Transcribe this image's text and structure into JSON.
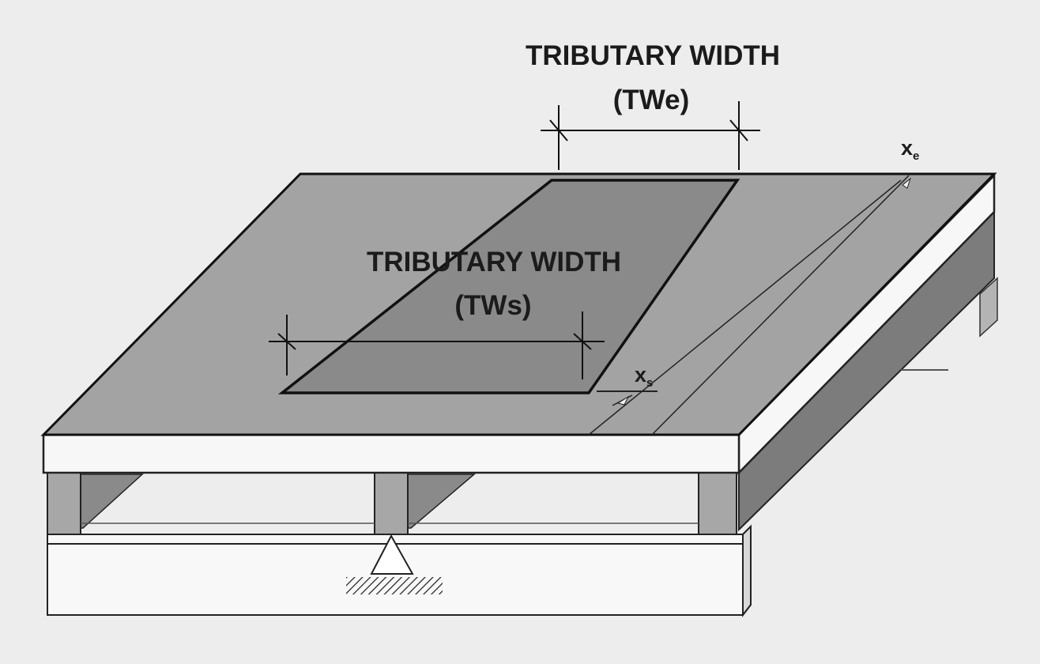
{
  "labels": {
    "twe_title": "TRIBUTARY WIDTH",
    "twe_abbr": "(TWe)",
    "tws_title": "TRIBUTARY WIDTH",
    "tws_abbr": "(TWs)",
    "xe_main": "x",
    "xe_sub": "e",
    "xs_main": "x",
    "xs_sub": "s"
  },
  "colors": {
    "background": "#ededed",
    "slab_top": "#a3a3a3",
    "slab_edge": "#f7f7f7",
    "tributary_area": "#8a8a8a",
    "beam_side": "#7c7c7c",
    "outline": "#111111"
  }
}
